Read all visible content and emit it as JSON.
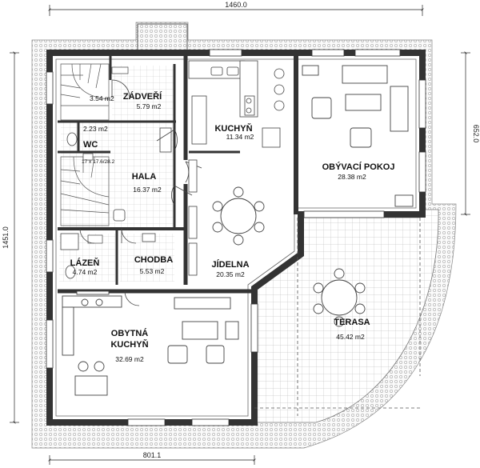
{
  "dimensions": {
    "top": "1460.0",
    "left": "1451.0",
    "right": "652.0",
    "bottom": "801.1"
  },
  "rooms": {
    "zadveri": {
      "name": "ZÁDVEŘÍ",
      "area": "5.79 m2"
    },
    "stair": {
      "area": "3.54 m2"
    },
    "wc": {
      "name": "WC",
      "area": "2.23 m2"
    },
    "kuchyn": {
      "name": "KUCHYŇ",
      "area": "11.34 m2"
    },
    "obyvaci": {
      "name": "OBÝVACÍ POKOJ",
      "area": "28.38 m2"
    },
    "hala": {
      "name": "HALA",
      "area": "16.37 m2",
      "stair_note": "17 x 17.6/28.2"
    },
    "lazen": {
      "name": "LÁZEŇ",
      "area": "4.74 m2"
    },
    "chodba": {
      "name": "CHODBA",
      "area": "5.53 m2"
    },
    "jidelna": {
      "name": "JÍDELNA",
      "area": "20.35 m2"
    },
    "obytna": {
      "name_line1": "OBYTNÁ",
      "name_line2": "KUCHYŇ",
      "area": "32.69 m2"
    },
    "terasa": {
      "name": "TERASA",
      "area": "45.42 m2"
    }
  }
}
